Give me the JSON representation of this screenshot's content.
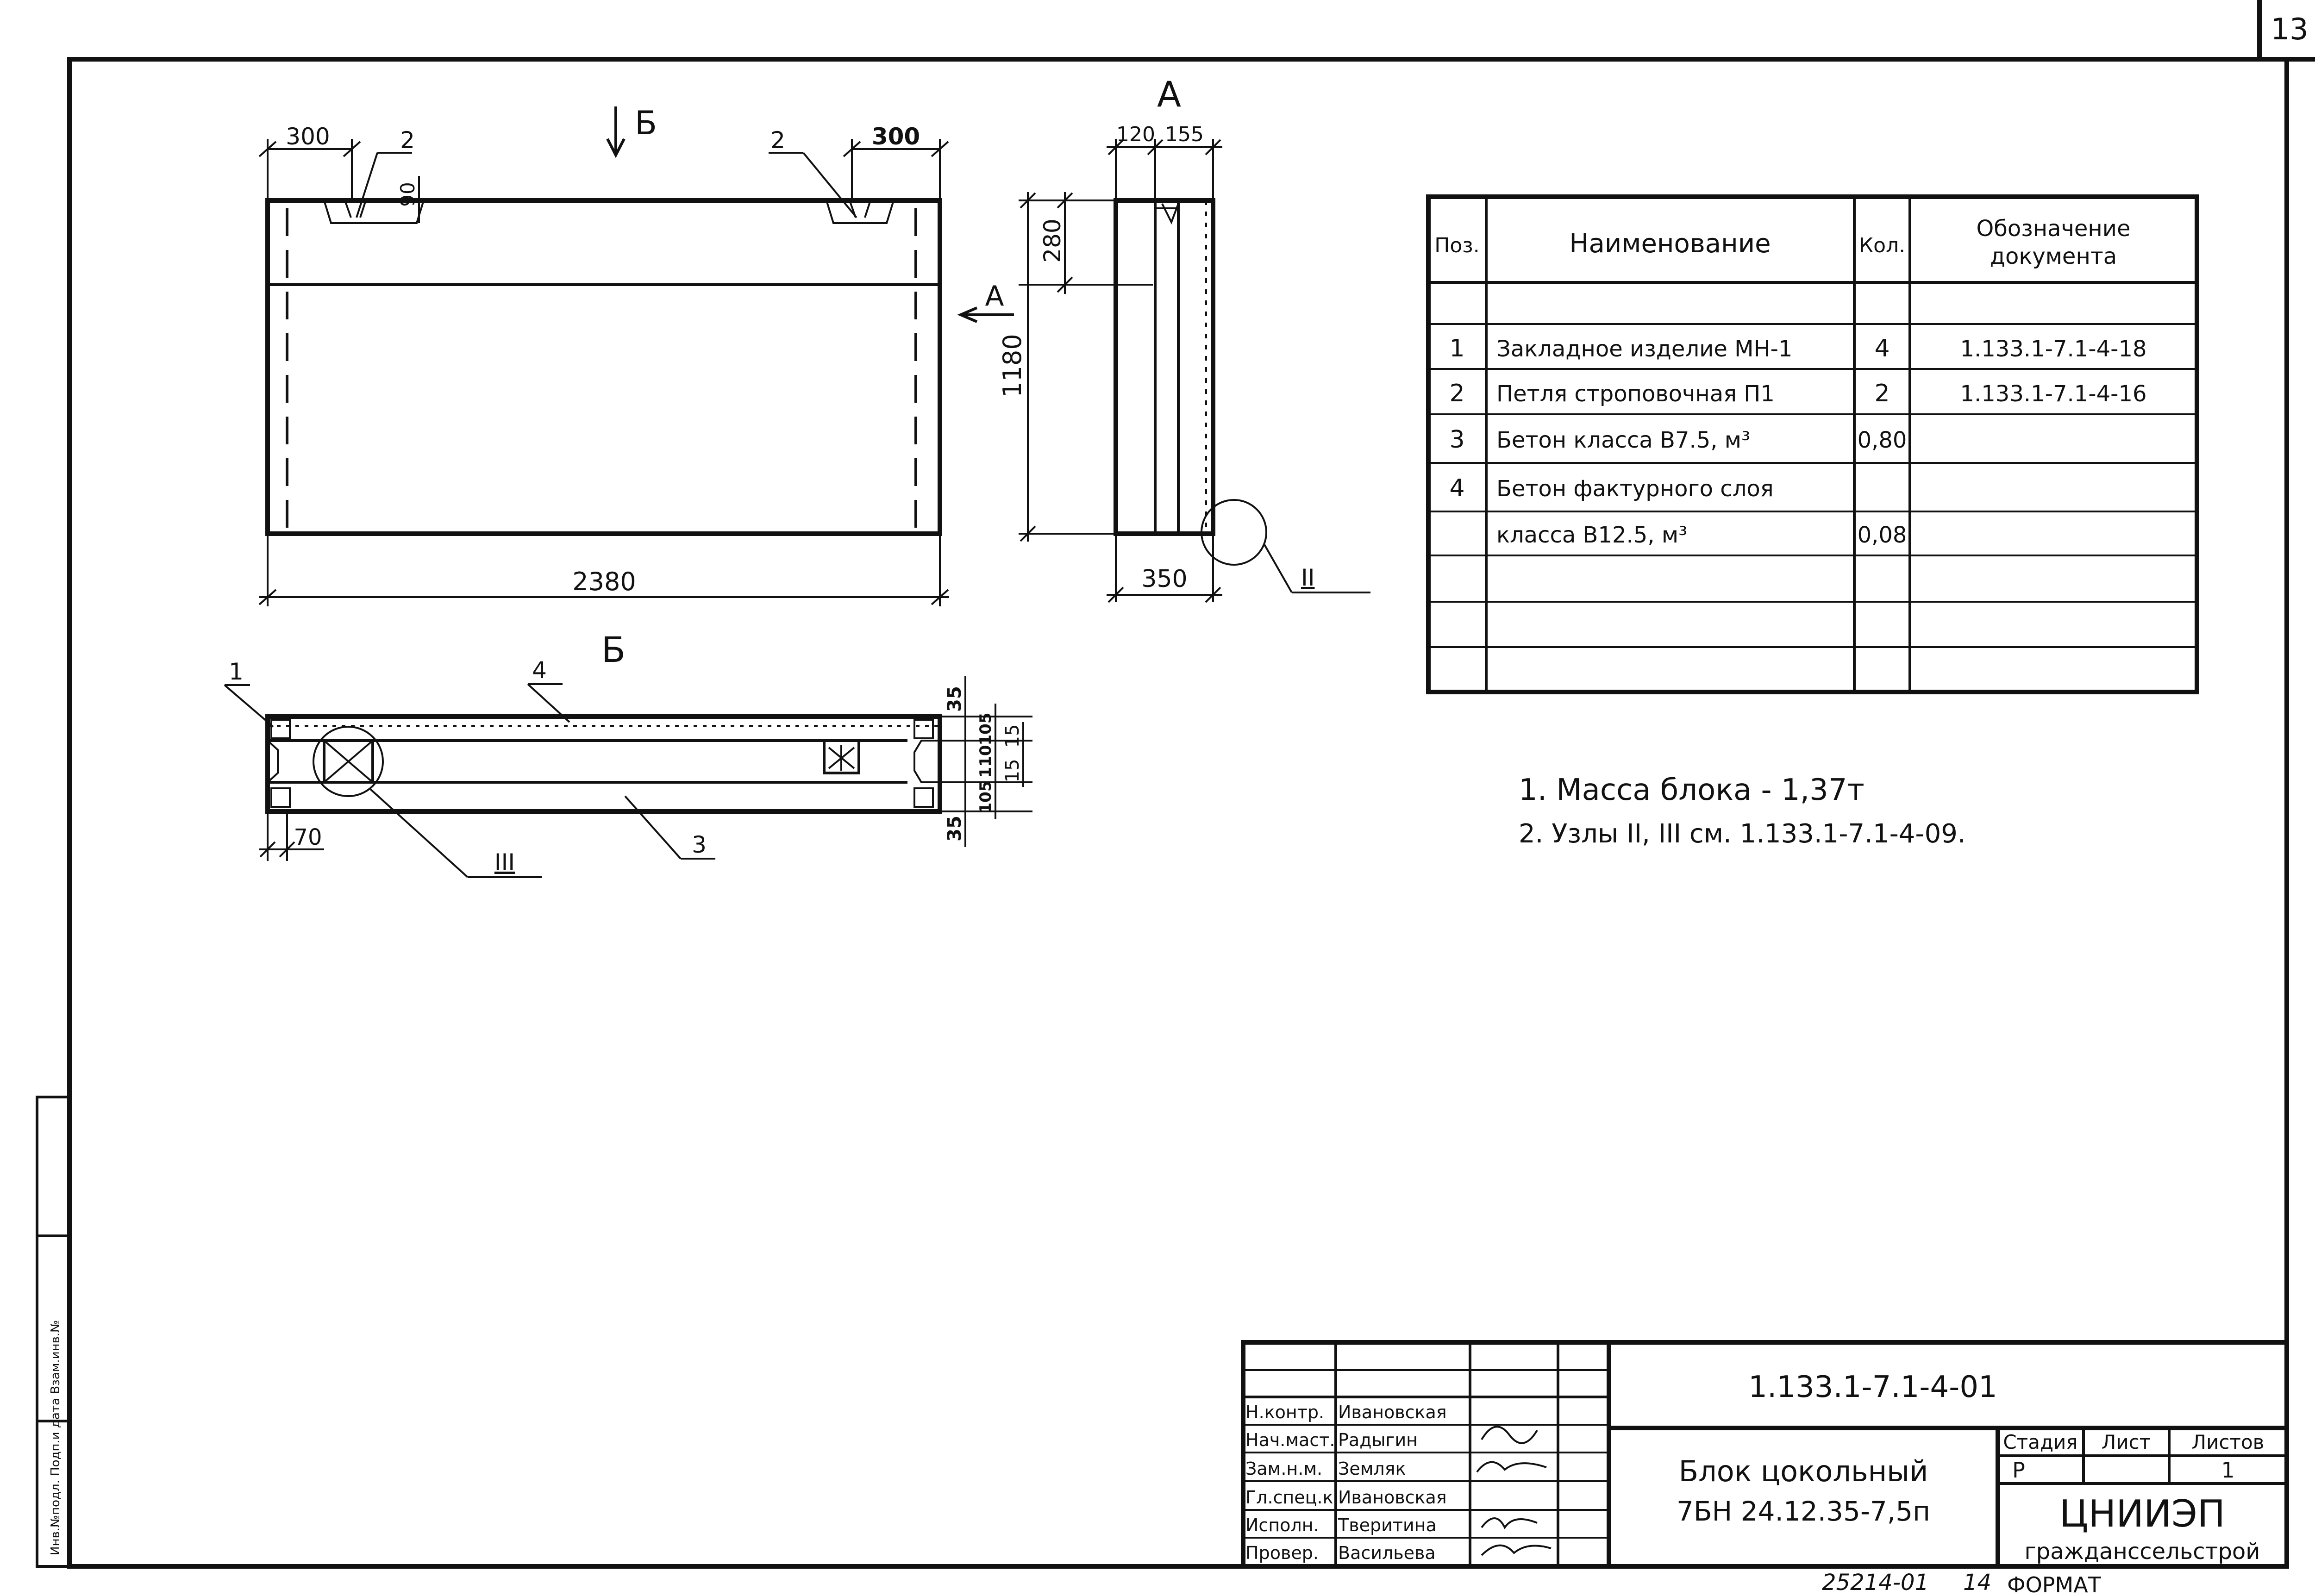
{
  "sheet": {
    "page_number": "13",
    "format_label": "ФОРМАТ",
    "inventory_number": "25214-01",
    "inventory_sheet": "14",
    "side_stamp_text": "Инв.№подл. Подп.и дата Взам.инв.№"
  },
  "drawing": {
    "section_a_label": "А",
    "section_b_label": "Б",
    "arrow_a_label": "А",
    "arrow_b_label": "Б",
    "dims": {
      "left_offset": "300",
      "right_offset": "300",
      "loop_depth": "90",
      "total_length": "2380",
      "total_height": "1180",
      "top_band": "280",
      "section_top_left": "120",
      "section_top_right": "155",
      "section_width": "350",
      "plan_left": "70",
      "plan_top": "35",
      "plan_bottom": "35",
      "plan_r1": "105",
      "plan_r2": "110",
      "plan_r3": "105",
      "plan_r4": "15",
      "plan_r5": "15"
    },
    "callouts": {
      "loop_left": "2",
      "loop_right": "2",
      "node_II": "II",
      "node_III": "III",
      "pos_1": "1",
      "pos_3": "3",
      "pos_4": "4"
    }
  },
  "spec_table": {
    "headers": {
      "pos": "Поз.",
      "name": "Наименование",
      "qty": "Кол.",
      "doc_line1": "Обозначение",
      "doc_line2": "документа"
    },
    "rows": [
      {
        "pos": "",
        "name": "",
        "qty": "",
        "doc": ""
      },
      {
        "pos": "1",
        "name": "Закладное изделие МН-1",
        "qty": "4",
        "doc": "1.133.1-7.1-4-18"
      },
      {
        "pos": "2",
        "name": "Петля строповочная П1",
        "qty": "2",
        "doc": "1.133.1-7.1-4-16"
      },
      {
        "pos": "3",
        "name": "Бетон класса В7.5, м³",
        "qty": "0,80",
        "doc": ""
      },
      {
        "pos": "4",
        "name": "Бетон фактурного слоя",
        "qty": "",
        "doc": ""
      },
      {
        "pos": "",
        "name": "класса В12.5, м³",
        "qty": "0,08",
        "doc": ""
      },
      {
        "pos": "",
        "name": "",
        "qty": "",
        "doc": ""
      },
      {
        "pos": "",
        "name": "",
        "qty": "",
        "doc": ""
      },
      {
        "pos": "",
        "name": "",
        "qty": "",
        "doc": ""
      }
    ]
  },
  "notes": [
    "1. Масса блока - 1,37т",
    "2. Узлы II, III см. 1.133.1-7.1-4-09."
  ],
  "title_block": {
    "designation": "1.133.1-7.1-4-01",
    "title_line1": "Блок цокольный",
    "title_line2": "7БН 24.12.35-7,5п",
    "stage_header": "Стадия",
    "sheet_header": "Лист",
    "sheets_header": "Листов",
    "stage_value": "Р",
    "sheets_value": "1",
    "org_line1": "ЦНИИЭП",
    "org_line2": "гражданссельстрой",
    "signatures": [
      {
        "role": "Н.контр.",
        "name": "Ивановская"
      },
      {
        "role": "Нач.маст.",
        "name": "Радыгин"
      },
      {
        "role": "Зам.н.м.",
        "name": "Земляк"
      },
      {
        "role": "Гл.спец.к.",
        "name": "Ивановская"
      },
      {
        "role": "Исполн.",
        "name": "Тверитина"
      },
      {
        "role": "Провер.",
        "name": "Васильева"
      }
    ]
  }
}
